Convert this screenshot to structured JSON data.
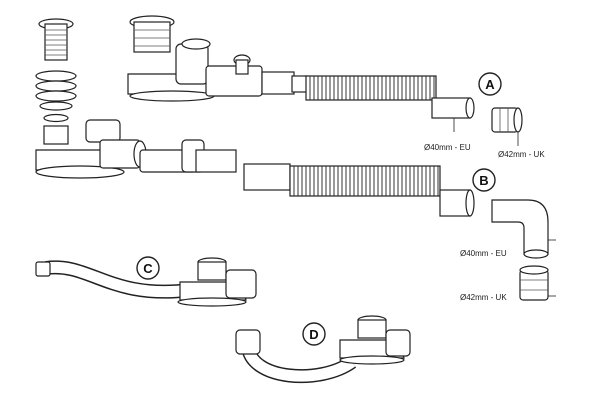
{
  "badges": {
    "a": "A",
    "b": "B",
    "c": "C",
    "d": "D"
  },
  "labels": {
    "a_eu": "Ø40mm - EU",
    "a_uk": "Ø42mm - UK",
    "b_eu": "Ø40mm - EU",
    "b_uk": "Ø42mm - UK"
  }
}
